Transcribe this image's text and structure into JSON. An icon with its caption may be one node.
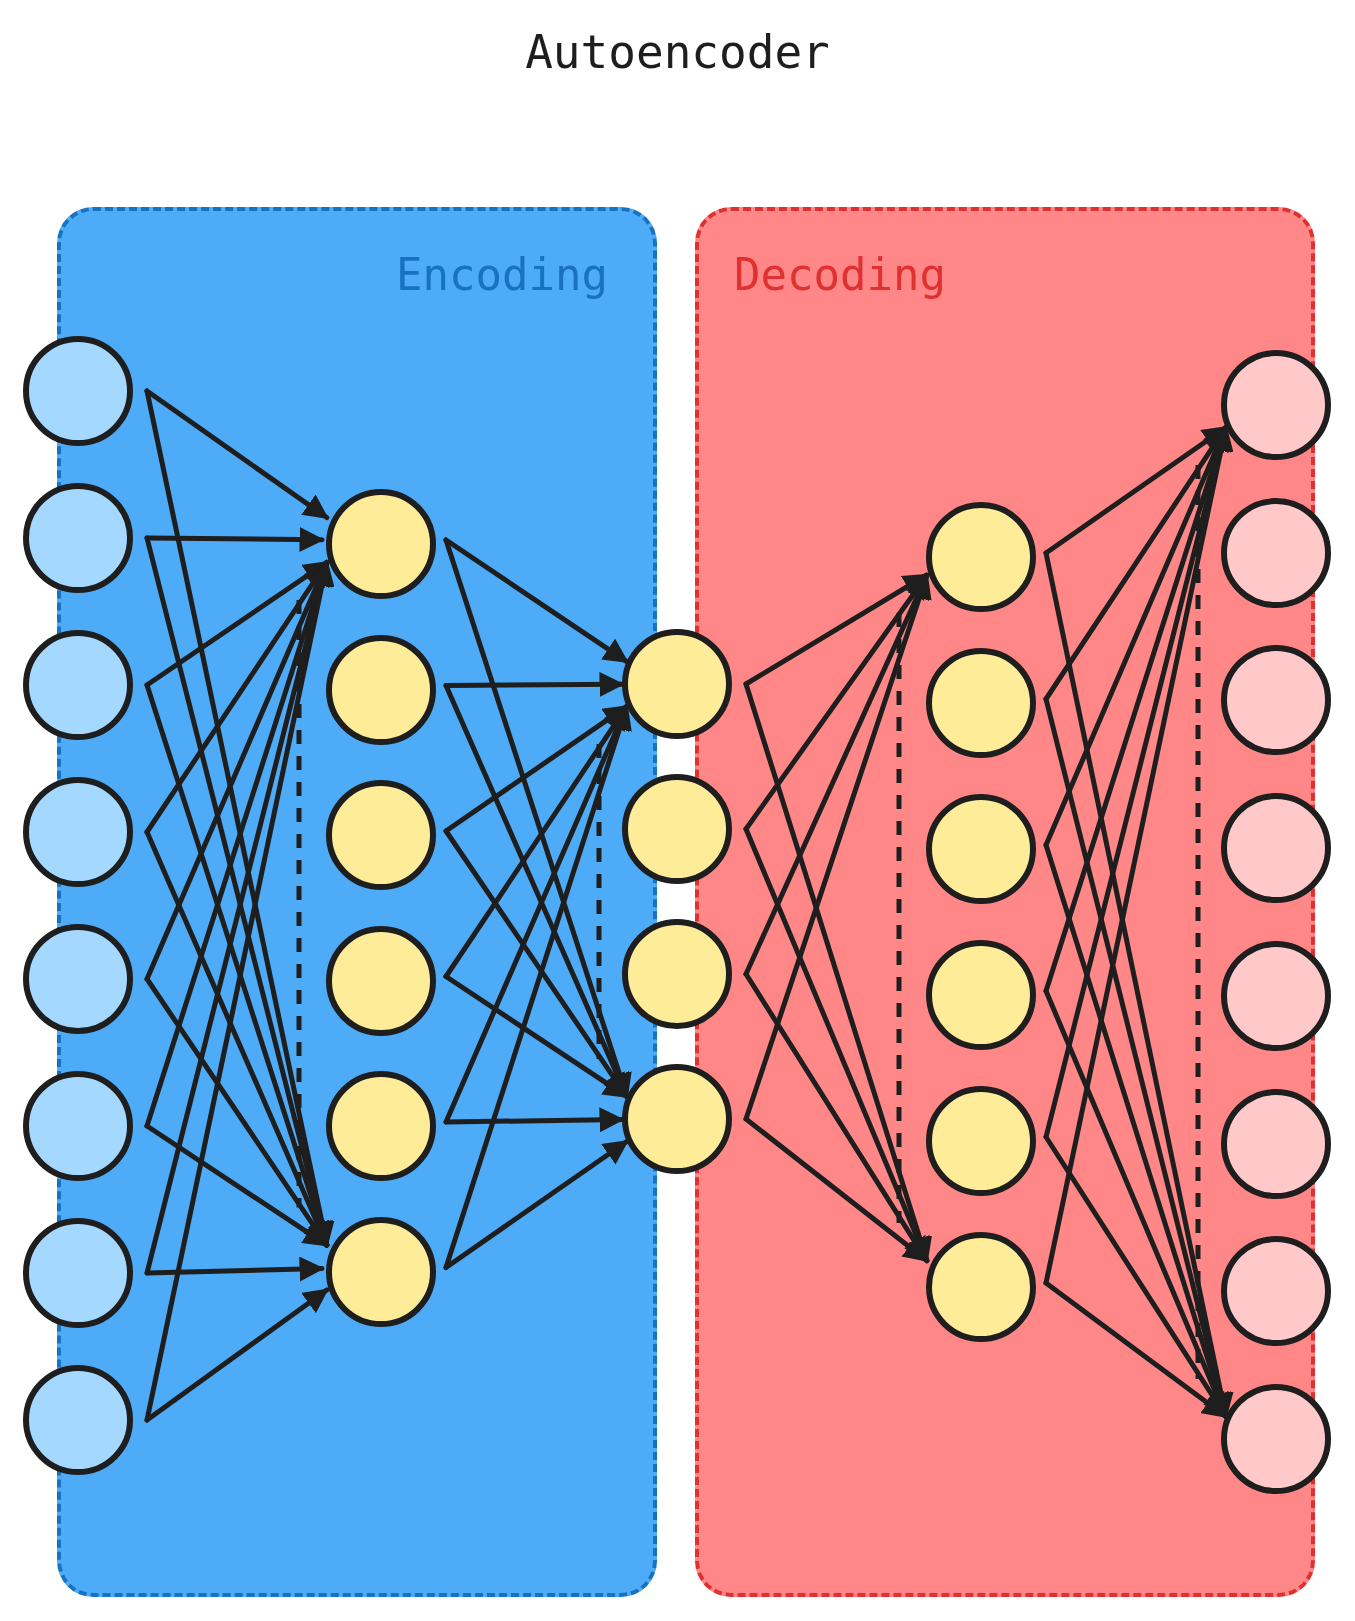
{
  "diagram": {
    "title": "Autoencoder",
    "nodes": [
      {
        "text": [
          "Encoding"
        ]
      },
      {
        "text": [
          "Decoding"
        ]
      },
      {
        "text": [],
        "shape": "circle"
      },
      {
        "text": [],
        "shape": "circle"
      },
      {
        "text": [],
        "shape": "circle"
      },
      {
        "text": [],
        "shape": "circle"
      },
      {
        "text": [],
        "shape": "circle"
      },
      {
        "text": [],
        "shape": "circle"
      },
      {
        "text": [],
        "shape": "circle"
      },
      {
        "text": [],
        "shape": "circle"
      },
      {
        "text": [],
        "shape": "circle",
        "in": 0
      },
      {
        "text": [],
        "shape": "circle",
        "in": 0
      },
      {
        "text": [],
        "shape": "circle",
        "in": 0
      },
      {
        "text": [],
        "shape": "circle",
        "in": 0
      },
      {
        "text": [],
        "shape": "circle",
        "in": 0
      },
      {
        "text": [],
        "shape": "circle",
        "in": 0
      },
      {
        "text": [],
        "shape": "circle"
      },
      {
        "text": [],
        "shape": "circle"
      },
      {
        "text": [],
        "shape": "circle"
      },
      {
        "text": [],
        "shape": "circle"
      },
      {
        "text": [],
        "shape": "circle",
        "in": 1
      },
      {
        "text": [],
        "shape": "circle",
        "in": 1
      },
      {
        "text": [],
        "shape": "circle",
        "in": 1
      },
      {
        "text": [],
        "shape": "circle",
        "in": 1
      },
      {
        "text": [],
        "shape": "circle",
        "in": 1
      },
      {
        "text": [],
        "shape": "circle",
        "in": 1
      },
      {
        "text": [],
        "shape": "circle"
      },
      {
        "text": [],
        "shape": "circle"
      },
      {
        "text": [],
        "shape": "circle"
      },
      {
        "text": [],
        "shape": "circle"
      },
      {
        "text": [],
        "shape": "circle"
      },
      {
        "text": [],
        "shape": "circle"
      },
      {
        "text": [],
        "shape": "circle"
      },
      {
        "text": [],
        "shape": "circle"
      }
    ],
    "edges": [
      {
        "from": 2,
        "to": 10,
        "arrow": "to"
      },
      {
        "from": 2,
        "to": 15,
        "arrow": "to"
      },
      {
        "from": 3,
        "to": 10,
        "arrow": "to"
      },
      {
        "from": 3,
        "to": 15,
        "arrow": "to"
      },
      {
        "from": 4,
        "to": 10,
        "arrow": "to"
      },
      {
        "from": 4,
        "to": 15,
        "arrow": "to"
      },
      {
        "from": 5,
        "to": 10,
        "arrow": "to"
      },
      {
        "from": 5,
        "to": 15,
        "arrow": "to"
      },
      {
        "from": 6,
        "to": 10,
        "arrow": "to"
      },
      {
        "from": 6,
        "to": 15,
        "arrow": "to"
      },
      {
        "from": 7,
        "to": 10,
        "arrow": "to"
      },
      {
        "from": 7,
        "to": 15,
        "arrow": "to"
      },
      {
        "from": 8,
        "to": 10,
        "arrow": "to"
      },
      {
        "from": 8,
        "to": 15,
        "arrow": "to"
      },
      {
        "from": 9,
        "to": 10,
        "arrow": "to"
      },
      {
        "from": 9,
        "to": 15,
        "arrow": "to"
      },
      {
        "from": 10,
        "to": 16,
        "arrow": "to"
      },
      {
        "from": 10,
        "to": 19,
        "arrow": "to"
      },
      {
        "from": 11,
        "to": 16,
        "arrow": "to"
      },
      {
        "from": 11,
        "to": 19,
        "arrow": "to"
      },
      {
        "from": 12,
        "to": 16,
        "arrow": "to"
      },
      {
        "from": 12,
        "to": 19,
        "arrow": "to"
      },
      {
        "from": 13,
        "to": 16,
        "arrow": "to"
      },
      {
        "from": 13,
        "to": 19,
        "arrow": "to"
      },
      {
        "from": 14,
        "to": 16,
        "arrow": "to"
      },
      {
        "from": 14,
        "to": 19,
        "arrow": "to"
      },
      {
        "from": 15,
        "to": 16,
        "arrow": "to"
      },
      {
        "from": 15,
        "to": 19,
        "arrow": "to"
      },
      {
        "from": 16,
        "to": 20,
        "arrow": "to"
      },
      {
        "from": 16,
        "to": 25,
        "arrow": "to"
      },
      {
        "from": 17,
        "to": 20,
        "arrow": "to"
      },
      {
        "from": 17,
        "to": 25,
        "arrow": "to"
      },
      {
        "from": 18,
        "to": 20,
        "arrow": "to"
      },
      {
        "from": 18,
        "to": 25,
        "arrow": "to"
      },
      {
        "from": 19,
        "to": 20,
        "arrow": "to"
      },
      {
        "from": 19,
        "to": 25,
        "arrow": "to"
      },
      {
        "from": 20,
        "to": 26,
        "arrow": "to"
      },
      {
        "from": 20,
        "to": 33,
        "arrow": "to"
      },
      {
        "from": 21,
        "to": 26,
        "arrow": "to"
      },
      {
        "from": 21,
        "to": 33,
        "arrow": "to"
      },
      {
        "from": 22,
        "to": 26,
        "arrow": "to"
      },
      {
        "from": 22,
        "to": 33,
        "arrow": "to"
      },
      {
        "from": 23,
        "to": 26,
        "arrow": "to"
      },
      {
        "from": 23,
        "to": 33,
        "arrow": "to"
      },
      {
        "from": 24,
        "to": 26,
        "arrow": "to"
      },
      {
        "from": 24,
        "to": 33,
        "arrow": "to"
      },
      {
        "from": 25,
        "to": 26,
        "arrow": "to"
      },
      {
        "from": 25,
        "to": 33,
        "arrow": "to"
      }
    ]
  }
}
